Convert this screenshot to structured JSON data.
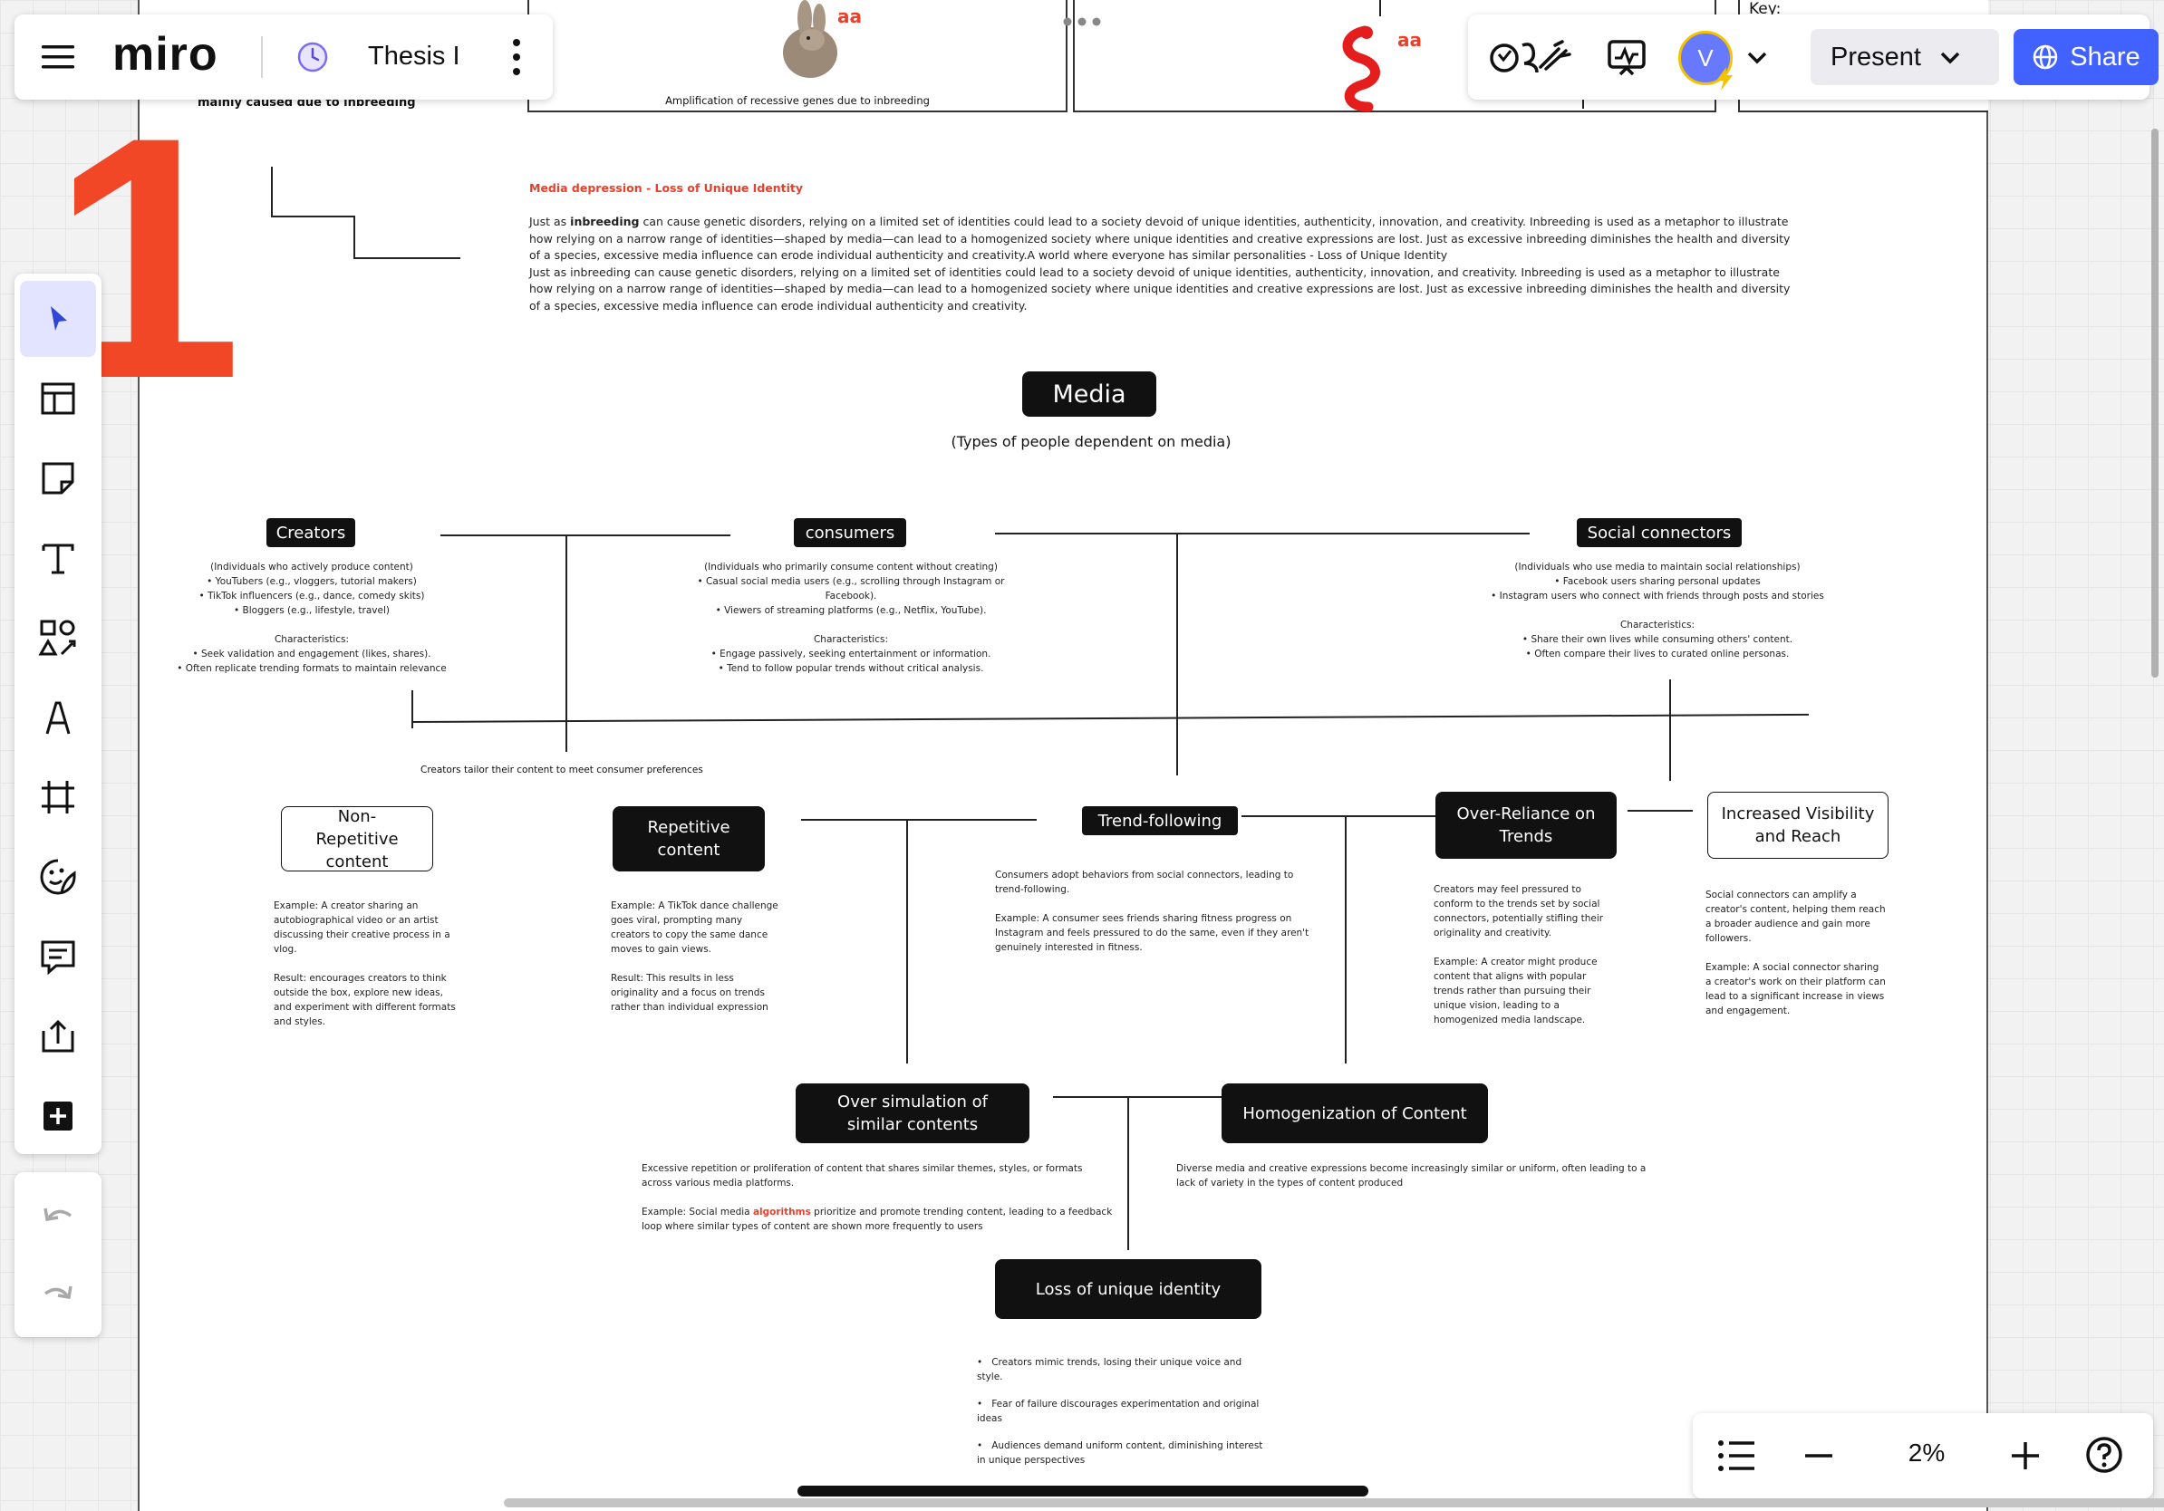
{
  "app": {
    "logo": "miro",
    "board_title": "Thesis I"
  },
  "top_frames": {
    "left_frame_caption": "Amplification of recessive genes due to inbreeding",
    "left_fragment": "mainly caused due to inbreeding",
    "right_fragment": "Key:",
    "aa_label_1": "aa",
    "aa_label_2": "aa"
  },
  "header_right": {
    "avatar_initial": "V",
    "present_label": "Present",
    "share_label": "Share",
    "accent": "#4262ff"
  },
  "big_number": "1",
  "intro": {
    "title": "Media depression  - Loss of Unique Identity",
    "p1_pre": "Just as ",
    "p1_bold": "inbreeding",
    "p1_post": " can cause genetic disorders, relying on a limited set of identities could lead to a society devoid of unique identities, authenticity, innovation, and creativity. Inbreeding is used as a metaphor to illustrate how relying on a narrow range of identities—shaped by media—can lead to a homogenized society where unique identities and creative expressions are lost. Just as excessive inbreeding diminishes the health and diversity of a species, excessive media influence can erode individual authenticity and creativity.A world where everyone has similar personalities - Loss of Unique Identity",
    "p2": "Just as inbreeding can cause genetic disorders, relying on a limited set of identities could lead to a society devoid of unique identities, authenticity, innovation, and creativity. Inbreeding is used as a metaphor to illustrate how relying on a narrow range of identities—shaped by media—can lead to a homogenized society where unique identities and creative expressions are lost. Just as excessive inbreeding diminishes the health and diversity of a species, excessive media influence can erode individual authenticity and creativity."
  },
  "diagram": {
    "media": {
      "label": "Media",
      "subtitle": "(Types of people dependent on media)"
    },
    "creators": {
      "label": "Creators",
      "lines": [
        "(Individuals who actively produce content)",
        "• YouTubers (e.g., vloggers, tutorial makers)",
        "• TikTok influencers (e.g., dance, comedy skits)",
        "• Bloggers (e.g., lifestyle, travel)",
        "",
        "Characteristics:",
        "• Seek validation and engagement (likes, shares).",
        "• Often replicate trending formats to maintain relevance"
      ]
    },
    "consumers": {
      "label": "consumers",
      "lines": [
        "(Individuals who primarily consume content without creating)",
        "• Casual social media users (e.g., scrolling through Instagram or Facebook).",
        "• Viewers of streaming platforms (e.g., Netflix, YouTube).",
        "",
        "Characteristics:",
        "• Engage passively, seeking entertainment or information.",
        "• Tend to follow popular trends without critical analysis."
      ]
    },
    "social": {
      "label": "Social connectors",
      "lines": [
        "(Individuals who use media to maintain social relationships)",
        "• Facebook users sharing personal updates",
        "• Instagram users who connect with friends through posts and stories",
        "",
        "Characteristics:",
        "• Share their own lives while consuming others' content.",
        "• Often compare their lives to curated online personas."
      ]
    },
    "tailor_note": "Creators tailor their content to meet consumer preferences",
    "non_repetitive": {
      "label": "Non-Repetitive content",
      "example": "Example: A creator sharing an autobiographical video or an artist discussing their creative process in a vlog.",
      "result": "Result: encourages creators to think outside the box, explore new ideas, and experiment with different formats and styles."
    },
    "repetitive": {
      "label": "Repetitive content",
      "example": "Example: A TikTok dance challenge goes viral, prompting many creators to copy the same dance moves to gain views.",
      "result": "Result: This results in less originality and a focus on trends rather than individual expression"
    },
    "trend": {
      "label": "Trend-following",
      "desc": "Consumers adopt behaviors from social connectors, leading to trend-following.",
      "example": "Example: A consumer sees friends sharing fitness progress on Instagram and feels pressured to do the same, even if they aren't genuinely interested in fitness."
    },
    "over_reliance": {
      "label": "Over-Reliance on Trends",
      "desc": "Creators may feel pressured to conform to the trends set by social connectors, potentially stifling their originality and creativity.",
      "example": "Example: A creator might produce content that aligns with popular trends rather than pursuing their unique vision, leading to a homogenized media landscape."
    },
    "visibility": {
      "label": "Increased Visibility and Reach",
      "desc": "Social connectors can amplify a creator's content, helping them reach a broader audience and gain more followers.",
      "example": "Example: A social connector sharing a creator's work on their platform can lead to a significant increase in views and engagement."
    },
    "over_sim": {
      "label": "Over simulation of similar contents",
      "desc": "Excessive repetition or proliferation of content that shares similar themes, styles, or formats across various media platforms.",
      "ex_pre": "Example: Social media ",
      "ex_highlight": "algorithms",
      "ex_post": " prioritize and promote trending content, leading to a feedback loop where similar types of content are shown more frequently to users"
    },
    "homog": {
      "label": "Homogenization of Content",
      "desc": "Diverse media and creative expressions become increasingly similar or uniform, often leading to a lack of variety in the types of content produced"
    },
    "loss": {
      "label": "Loss of unique identity",
      "bullets": [
        "Creators mimic trends, losing their unique voice and style.",
        "Fear of failure discourages experimentation and original ideas",
        "Audiences demand uniform content, diminishing interest in unique perspectives"
      ]
    }
  },
  "zoom": {
    "level": "2%"
  },
  "colors": {
    "accent_red": "#e8402a",
    "node_bg": "#111111"
  }
}
